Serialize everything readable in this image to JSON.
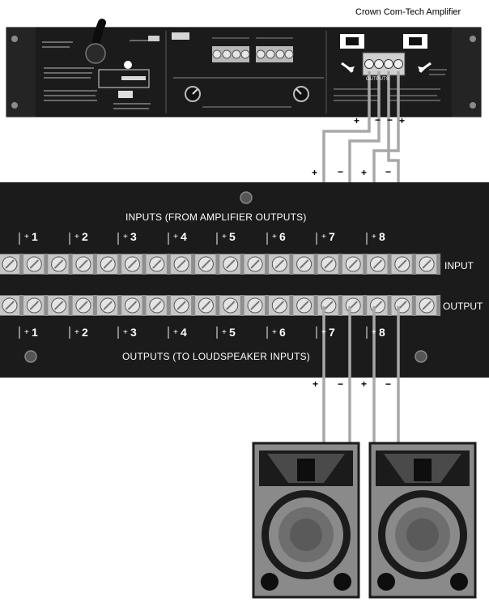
{
  "amplifier": {
    "title": "Crown Com-Tech Amplifier",
    "outputs_label": "OUTPUTS",
    "left_terminals": [
      "+",
      "−"
    ],
    "right_terminals": [
      "−",
      "+"
    ]
  },
  "wire_polarity": {
    "upper": [
      "+",
      "−",
      "+",
      "−"
    ],
    "lower": [
      "+",
      "−",
      "+",
      "−"
    ]
  },
  "panel": {
    "inputs_title": "INPUTS  (FROM AMPLIFIER OUTPUTS)",
    "outputs_title": "OUTPUTS  (TO LOUDSPEAKER INPUTS)",
    "input_label": "INPUT",
    "output_label": "OUTPUT",
    "channels": [
      "1",
      "2",
      "3",
      "4",
      "5",
      "6",
      "7",
      "8"
    ],
    "plus_sign": "+"
  },
  "colors": {
    "panel": "#1b1b1b",
    "wire": "#a8a8a8",
    "terminal": "#c6c6c6",
    "speaker": "#8a8a8a"
  }
}
